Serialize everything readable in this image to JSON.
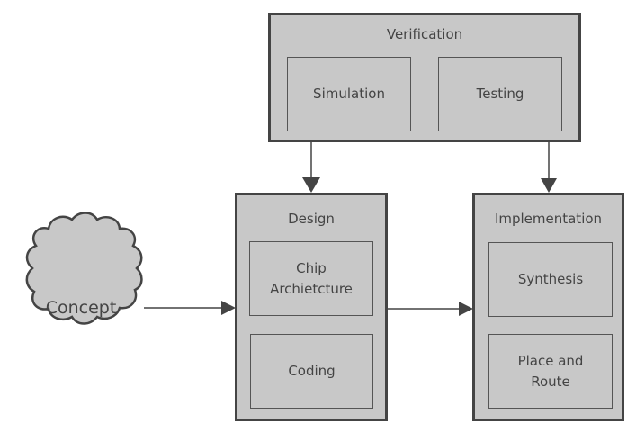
{
  "diagram": {
    "concept": {
      "label": "Concept"
    },
    "verification": {
      "title": "Verification",
      "children": [
        "Simulation",
        "Testing"
      ]
    },
    "design": {
      "title": "Design",
      "children": [
        "Chip\nArchietcture",
        "Coding"
      ]
    },
    "implementation": {
      "title": "Implementation",
      "children": [
        "Synthesis",
        "Place and\nRoute"
      ]
    },
    "edges": [
      {
        "from": "concept",
        "to": "design"
      },
      {
        "from": "design",
        "to": "implementation"
      },
      {
        "from": "verification",
        "to": "design"
      },
      {
        "from": "verification",
        "to": "implementation"
      }
    ],
    "colors": {
      "fill": "#c8c8c8",
      "stroke": "#444444",
      "text": "#444444"
    }
  }
}
